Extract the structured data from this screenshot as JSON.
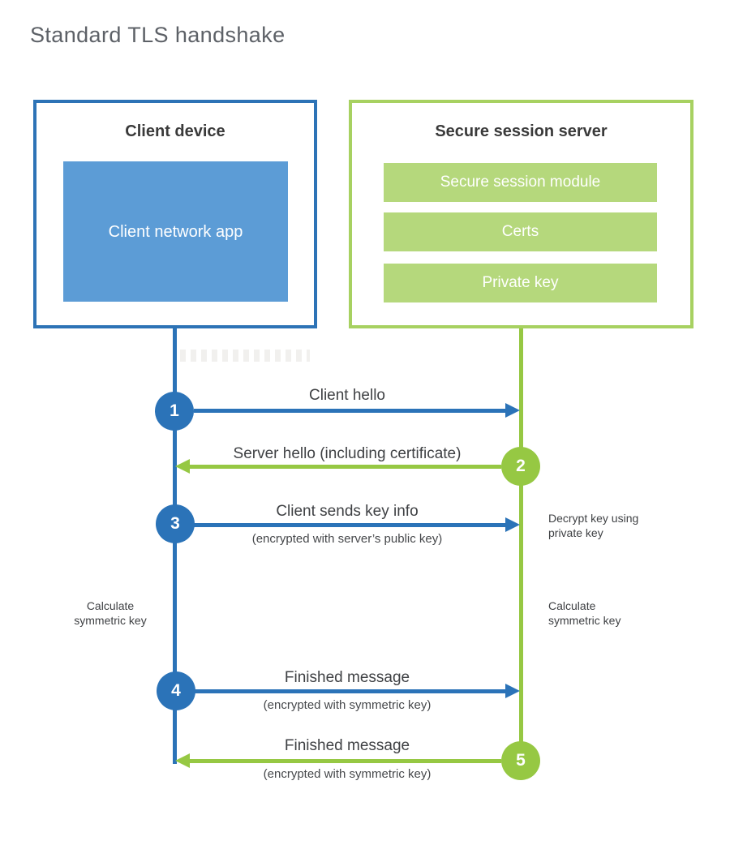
{
  "page": {
    "title": "Standard TLS handshake",
    "background": "#ffffff"
  },
  "colors": {
    "blue_border": "#2d73b6",
    "blue_fill": "#5c9cd6",
    "blue_accent": "#2b73b8",
    "green_border": "#a7d161",
    "green_fill": "#b5d87c",
    "green_accent": "#96c843",
    "heading_text": "#3a3a3a",
    "label_text": "#3f4144",
    "title_text": "#5d6167",
    "white_text": "#ffffff"
  },
  "client": {
    "title": "Client device",
    "app_label": "Client network app"
  },
  "server": {
    "title": "Secure session server",
    "modules": [
      "Secure session module",
      "Certs",
      "Private key"
    ]
  },
  "steps": [
    {
      "num": "1",
      "actor": "client",
      "direction": "right",
      "label": "Client hello",
      "sublabel": ""
    },
    {
      "num": "2",
      "actor": "server",
      "direction": "left",
      "label": "Server hello (including certificate)",
      "sublabel": ""
    },
    {
      "num": "3",
      "actor": "client",
      "direction": "right",
      "label": "Client sends key info",
      "sublabel": "(encrypted with server’s public key)"
    },
    {
      "num": "4",
      "actor": "client",
      "direction": "right",
      "label": "Finished message",
      "sublabel": "(encrypted with symmetric key)"
    },
    {
      "num": "5",
      "actor": "server",
      "direction": "left",
      "label": "Finished message",
      "sublabel": "(encrypted with symmetric key)"
    }
  ],
  "notes": {
    "decrypt": "Decrypt key using private key",
    "calc_left": "Calculate symmetric key",
    "calc_right": "Calculate symmetric key"
  }
}
